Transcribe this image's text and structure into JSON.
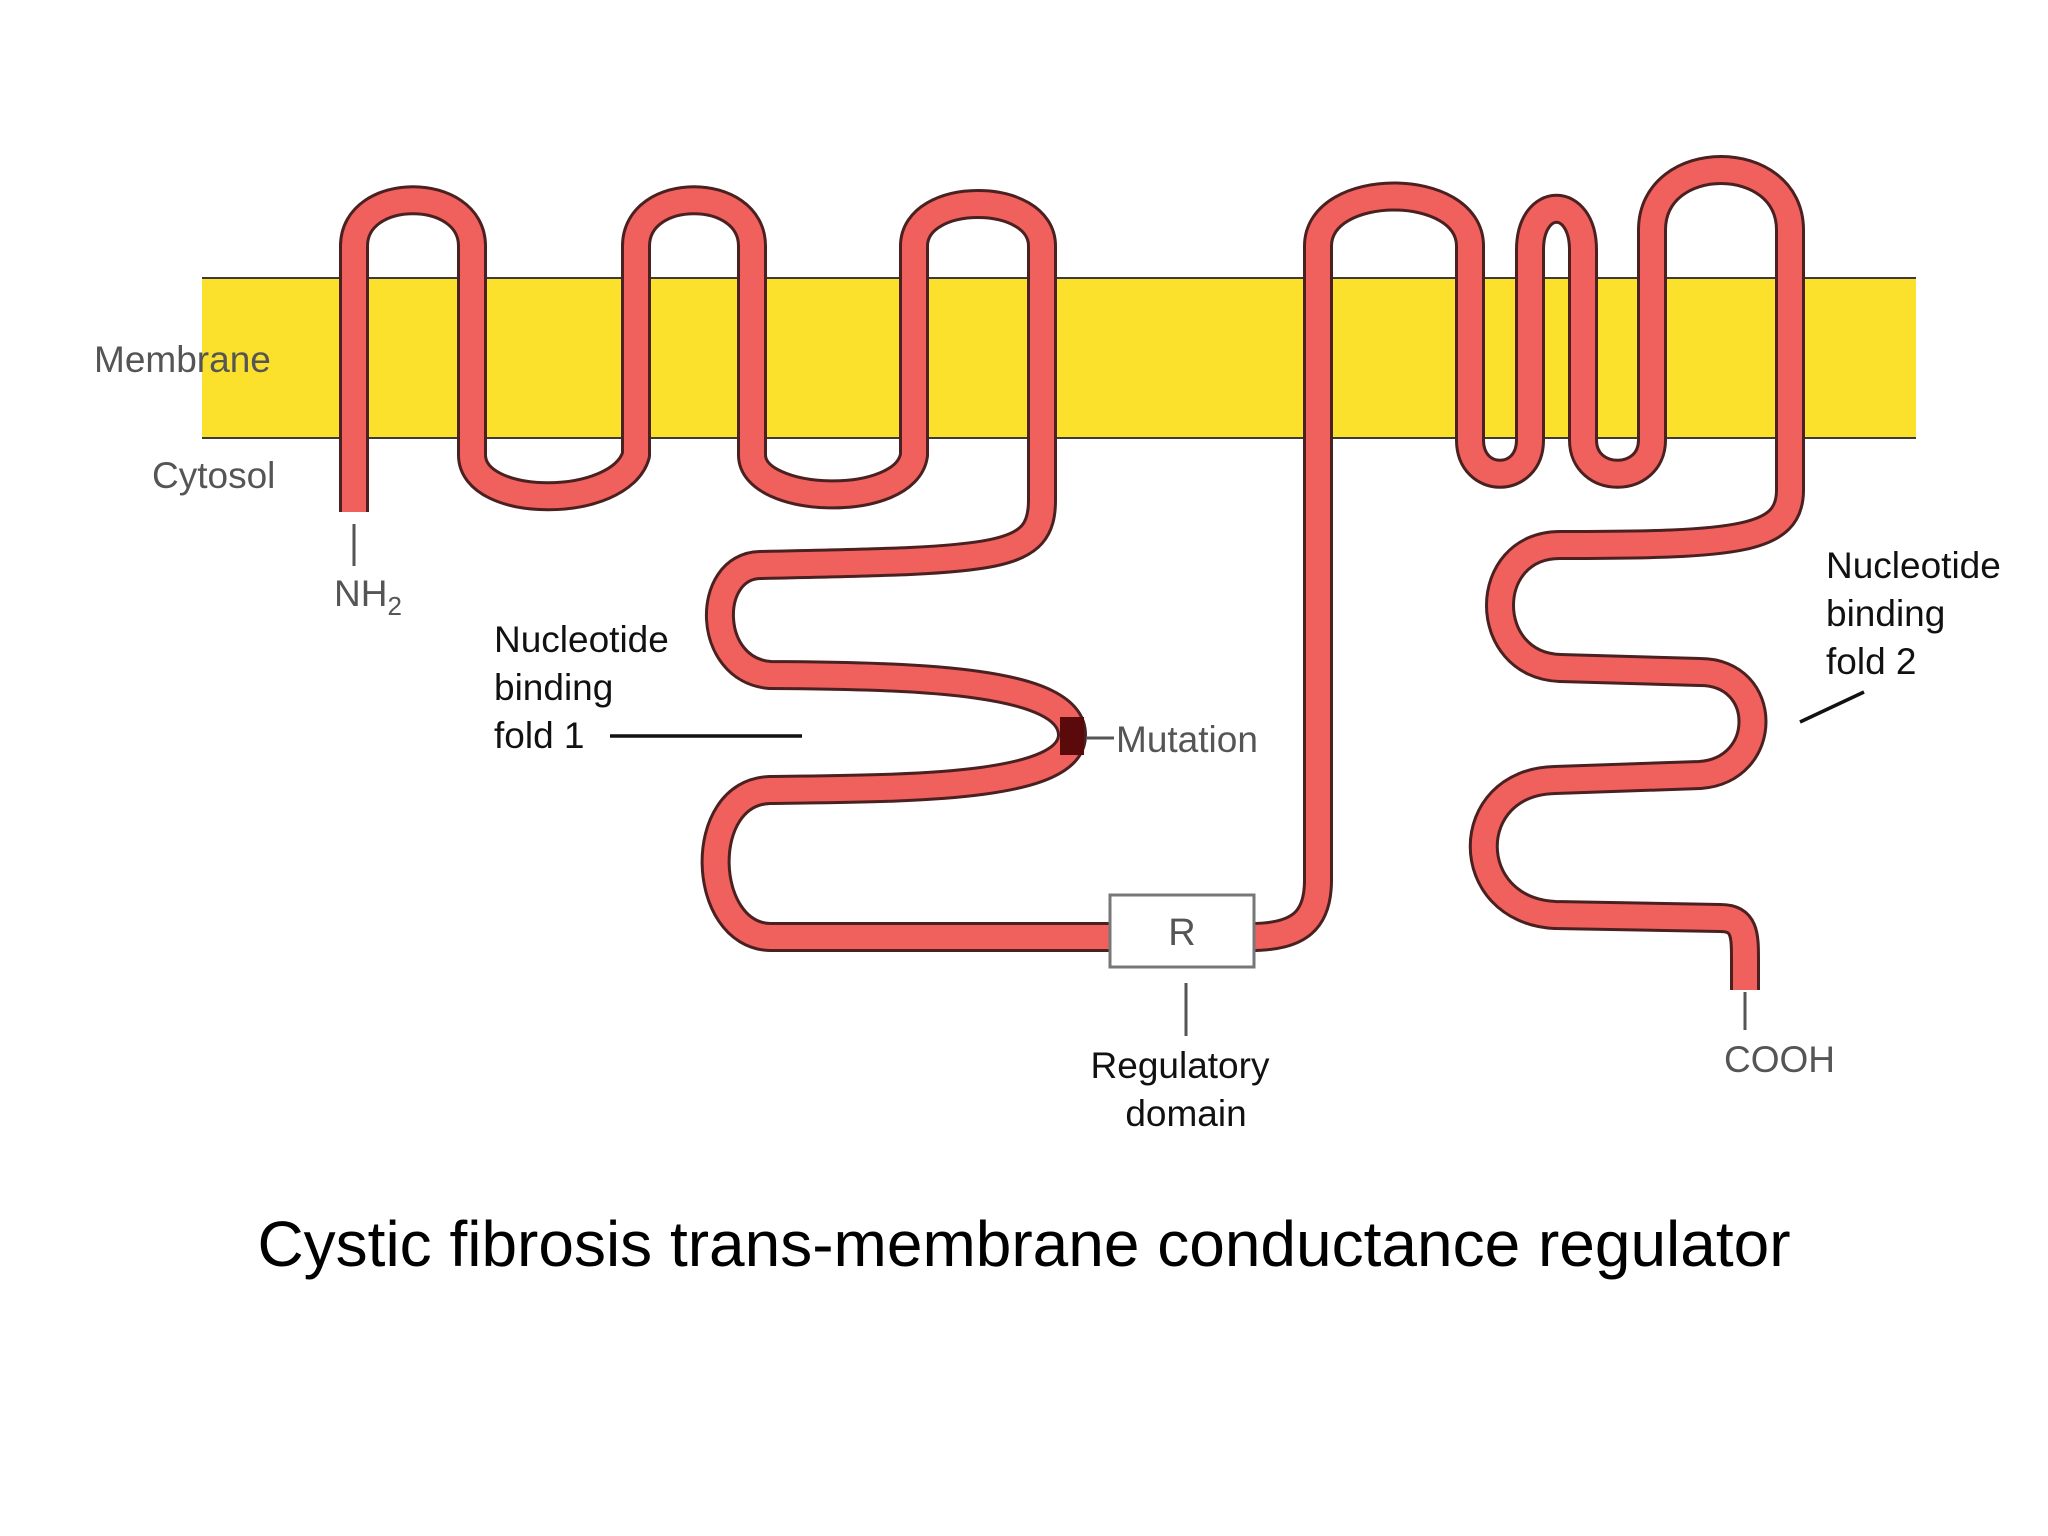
{
  "title": "Cystic fibrosis trans-membrane conductance regulator",
  "labels": {
    "membrane": "Membrane",
    "cytosol": "Cytosol",
    "nh2_main": "NH",
    "nh2_sub": "2",
    "mutation": "Mutation",
    "regulatory_box": "R",
    "regulatory_domain_line1": "Regulatory",
    "regulatory_domain_line2": "domain",
    "cooh": "COOH",
    "nbf1_line1": "Nucleotide",
    "nbf1_line2": "binding",
    "nbf1_line3": "fold 1",
    "nbf2_line1": "Nucleotide",
    "nbf2_line2": "binding",
    "nbf2_line3": "fold 2"
  },
  "colors": {
    "membrane_band": "#fbe02c",
    "membrane_edge": "#3a3a3a",
    "strand_fill": "#f0605c",
    "strand_outline": "#4a2020",
    "mutation": "#5a0a0a",
    "box_border": "#777777",
    "box_fill": "#ffffff"
  }
}
